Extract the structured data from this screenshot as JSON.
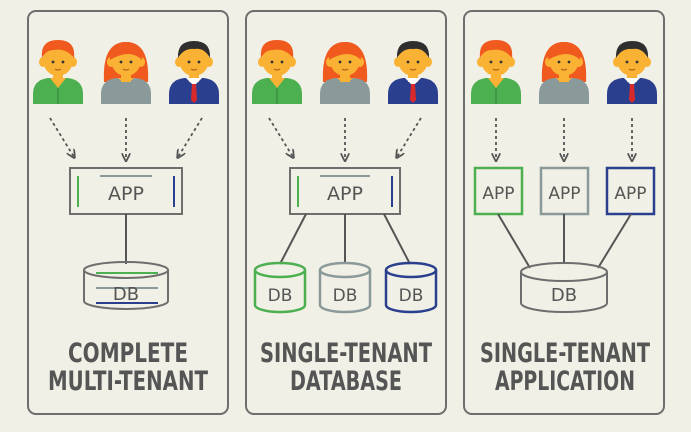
{
  "colors": {
    "background": "#f1f0e6",
    "panel_border": "#6e6e6e",
    "text": "#555555",
    "green": "#4caf50",
    "gray": "#8a9a9a",
    "blue": "#2b3f8f",
    "skin": "#f9b233",
    "hair_orange": "#f05a1e",
    "hair_dark": "#2f2f2f",
    "shirt_green": "#4caf50",
    "shirt_gray": "#8a9a9a",
    "suit_blue": "#2b3f8f",
    "tie_red": "#d82a2a"
  },
  "panels": [
    {
      "title_line1": "COMPLETE",
      "title_line2": "MULTI-TENANT",
      "app_label": "APP",
      "db_label": "DB"
    },
    {
      "title_line1": "SINGLE-TENANT",
      "title_line2": "DATABASE",
      "app_label": "APP",
      "db_labels": [
        "DB",
        "DB",
        "DB"
      ]
    },
    {
      "title_line1": "SINGLE-TENANT",
      "title_line2": "APPLICATION",
      "app_labels": [
        "APP",
        "APP",
        "APP"
      ],
      "db_label": "DB"
    }
  ]
}
